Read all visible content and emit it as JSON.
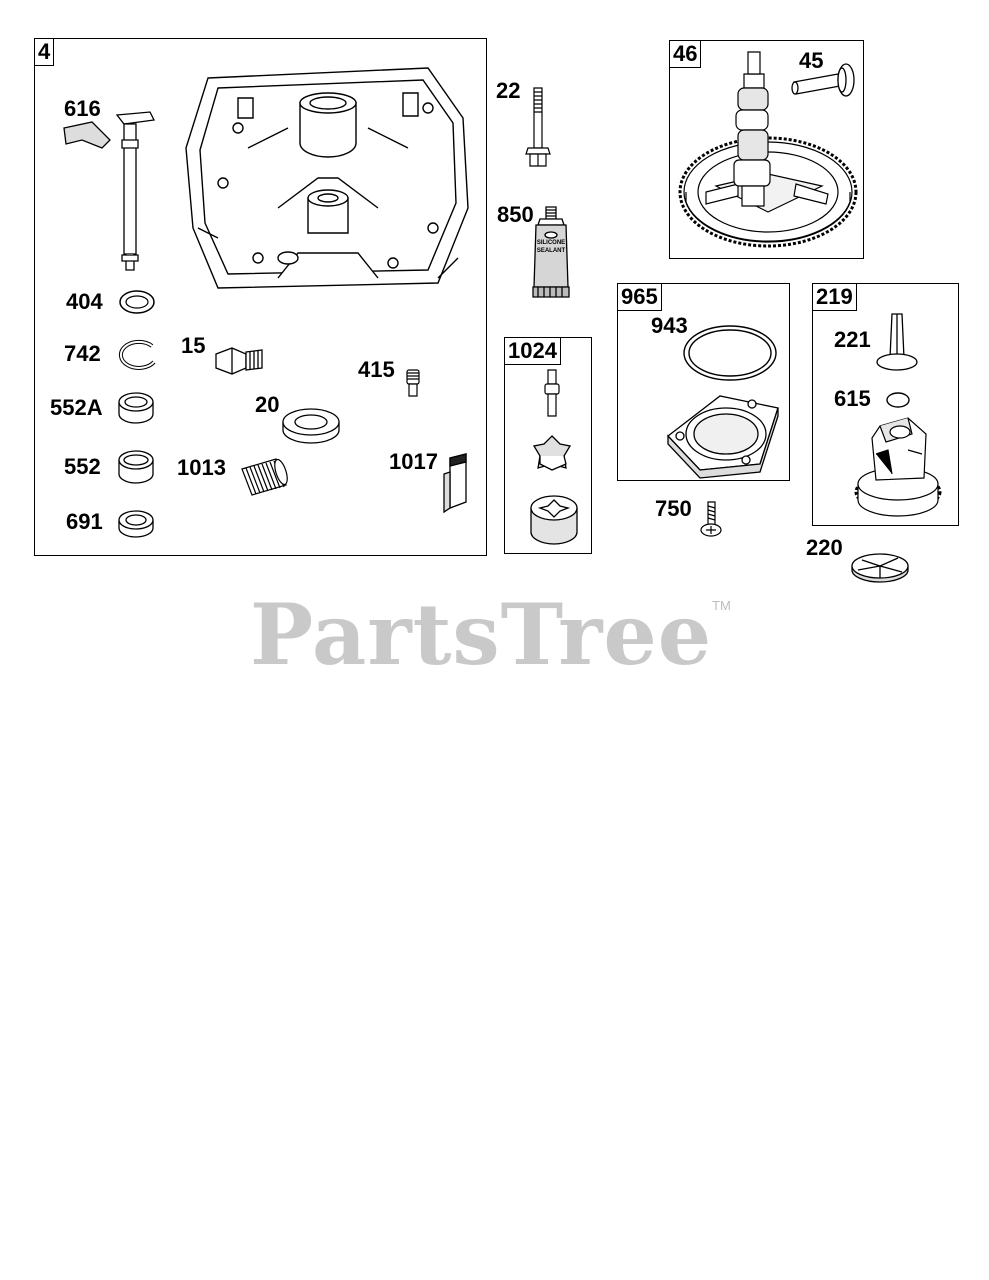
{
  "groups": {
    "g4": "4",
    "g1024": "1024",
    "g46": "46",
    "g965": "965",
    "g219": "219"
  },
  "parts": {
    "p616": "616",
    "p404": "404",
    "p742": "742",
    "p552A": "552A",
    "p552": "552",
    "p691": "691",
    "p15": "15",
    "p20": "20",
    "p1013": "1013",
    "p415": "415",
    "p1017": "1017",
    "p22": "22",
    "p850": "850",
    "p45": "45",
    "p943": "943",
    "p750": "750",
    "p221": "221",
    "p615": "615",
    "p220": "220"
  },
  "sealant_text": [
    "SILICONE",
    "SEALANT"
  ],
  "watermark": {
    "brand": "PartsTree",
    "tm": "TM"
  }
}
